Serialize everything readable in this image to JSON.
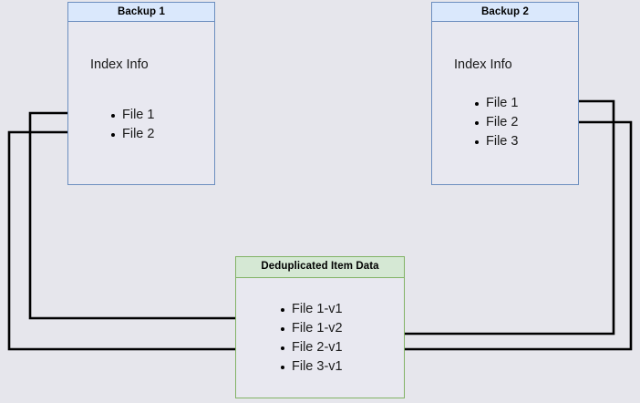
{
  "diagram": {
    "title_backup1": "Backup 1",
    "title_backup2": "Backup 2",
    "title_dedup": "Deduplicated Item Data",
    "index_info_label": "Index Info",
    "colors": {
      "page_background": "#e6e6ec",
      "blue_fill": "#dae8fc",
      "blue_stroke": "#6c8ebf",
      "green_fill": "#d5e8d4",
      "green_stroke": "#82b366",
      "body_fill": "#e8e8f0",
      "edge_stroke": "#000000",
      "text": "#1a1a1a"
    },
    "nodes": [
      {
        "id": "backup1",
        "title": "Backup 1",
        "subtitle": "Index Info",
        "files": [
          "File 1",
          "File 2"
        ]
      },
      {
        "id": "backup2",
        "title": "Backup 2",
        "subtitle": "Index Info",
        "files": [
          "File 1",
          "File 2",
          "File 3"
        ]
      },
      {
        "id": "dedup",
        "title": "Deduplicated Item Data",
        "files": [
          "File 1-v1",
          "File 1-v2",
          "File 2-v1",
          "File 3-v1"
        ]
      }
    ],
    "edges": [
      {
        "from": "backup1.File 1",
        "to": "dedup.File 1-v1"
      },
      {
        "from": "backup1.File 2",
        "to": "dedup.File 2-v1"
      },
      {
        "from": "backup2.File 1",
        "to": "dedup.File 1-v2"
      },
      {
        "from": "backup2.File 2",
        "to": "dedup.File 2-v1"
      }
    ]
  }
}
